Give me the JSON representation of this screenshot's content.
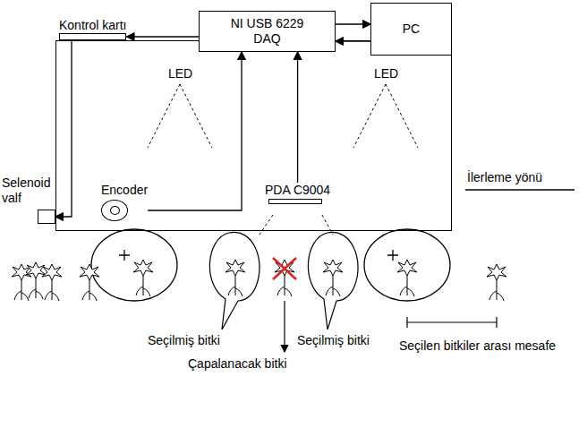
{
  "diagram": {
    "nodes": [
      {
        "text": [
          "LED",
          "LED"
        ]
      },
      {
        "text": [
          "Kontrol kartı"
        ]
      },
      {
        "text": [
          "NI USB 6229 DAQ"
        ]
      },
      {
        "text": [
          "PC"
        ]
      },
      {
        "text": [
          "Selenoid valf"
        ]
      },
      {
        "text": [
          "Encoder"
        ],
        "in": 0
      },
      {
        "text": [
          "PDA C9004"
        ],
        "in": 0
      }
    ],
    "edges": [
      {
        "from": 2,
        "to": 3,
        "arrow": "to"
      },
      {
        "from": 3,
        "to": 2,
        "arrow": "to"
      },
      {
        "from": 2,
        "to": 1,
        "arrow": "to"
      },
      {
        "from": 1,
        "to": 4,
        "arrow": "to"
      },
      {
        "from": 5,
        "to": 2,
        "arrow": "to"
      },
      {
        "from": 6,
        "to": 2,
        "arrow": "to"
      }
    ],
    "labels": [
      "İlerleme yönü",
      "Seçilmiş bitki",
      "Seçilmiş bitki",
      "Çapalanacak bitki",
      "Seçilen bitkiler arası mesafe"
    ]
  }
}
